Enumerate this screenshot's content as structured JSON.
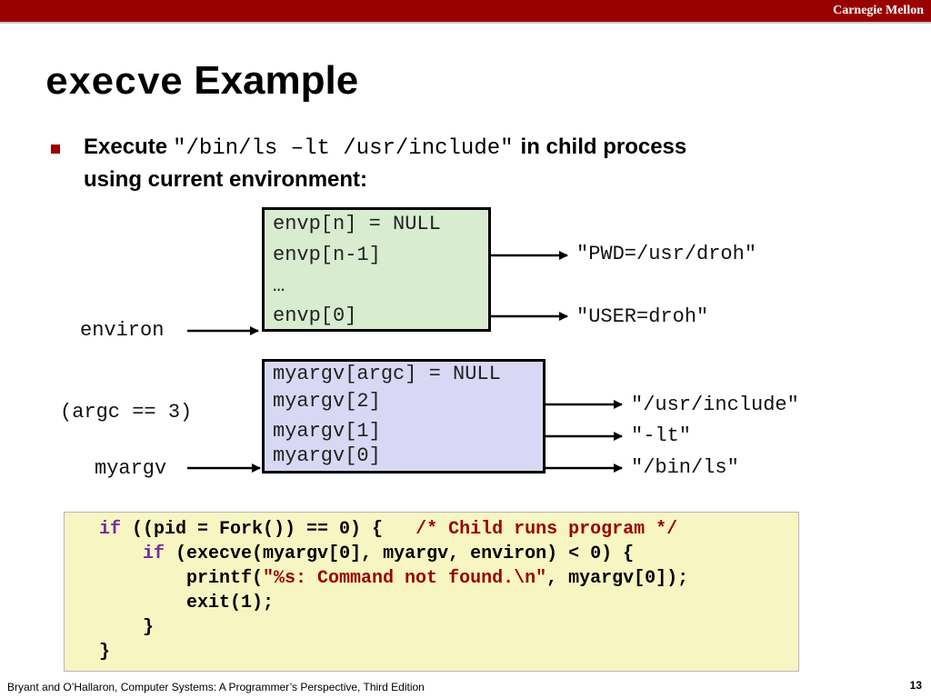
{
  "header": {
    "brand": "Carnegie Mellon",
    "accent_color": "#990000"
  },
  "slide": {
    "title_code": "execve",
    "title_text": "Example",
    "bullet": {
      "part1": "Execute",
      "code": "\"/bin/ls –lt /usr/include\"",
      "part2": "in child process",
      "line2": "using current environment:"
    }
  },
  "env_diagram": {
    "cells": [
      "envp[n] = NULL",
      "envp[n-1]",
      "…",
      "envp[0]"
    ],
    "pointer_label": "environ",
    "targets": [
      "\"PWD=/usr/droh\"",
      "\"USER=droh\""
    ],
    "cell_color": "#d8ecd0"
  },
  "argv_diagram": {
    "cells": [
      "myargv[argc] = NULL",
      "myargv[2]",
      "myargv[1]",
      "myargv[0]"
    ],
    "note": "(argc == 3)",
    "pointer_label": "myargv",
    "targets": [
      "\"/usr/include\"",
      "\"-lt\"",
      "\"/bin/ls\""
    ],
    "cell_color": "#d8d8f4"
  },
  "code": {
    "l1_kw": "if",
    "l1_rest": " ((pid = Fork()) == 0) {   ",
    "l1_comment": "/* Child runs program */",
    "l2_kw": "if",
    "l2_rest": " (execve(myargv[0], myargv, environ) < 0) {",
    "l3_a": "printf(",
    "l3_str": "\"%s: Command not found.\\n\"",
    "l3_b": ", myargv[0]);",
    "l4": "exit(1);",
    "l5": "}",
    "l6": "}"
  },
  "footer": {
    "citation": "Bryant and O’Hallaron, Computer Systems: A Programmer’s Perspective, Third Edition",
    "page": "13"
  }
}
